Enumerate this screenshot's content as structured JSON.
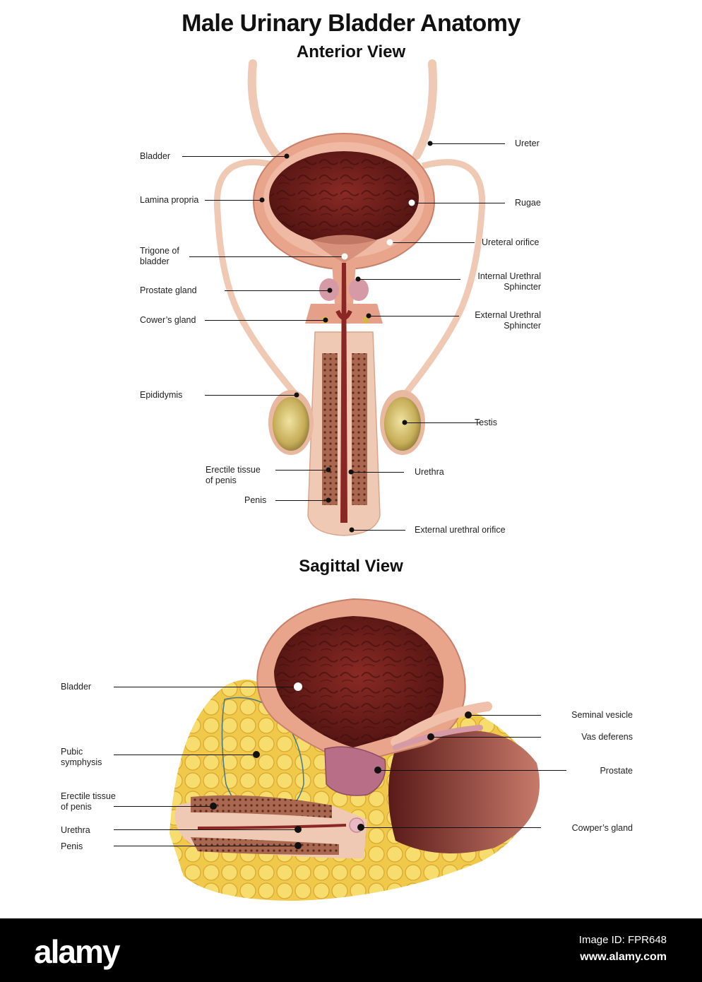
{
  "title": "Male Urinary Bladder Anatomy",
  "anterior": {
    "heading": "Anterior View",
    "labels_left": {
      "bladder": "Bladder",
      "lamina_propria": "Lamina propria",
      "trigone": "Trigone of\nbladder",
      "prostate": "Prostate gland",
      "cowers": "Cower’s gland",
      "epididymis": "Epididymis",
      "erectile": "Erectile tissue\nof penis",
      "penis": "Penis"
    },
    "labels_right": {
      "ureter": "Ureter",
      "rugae": "Rugae",
      "ureteral_orifice": "Ureteral orifice",
      "internal_sphincter": "Internal Urethral\nSphincter",
      "external_sphincter": "External Urethral\nSphincter",
      "testis": "Testis",
      "urethra": "Urethra",
      "external_orifice": "External urethral orifice"
    }
  },
  "sagittal": {
    "heading": "Sagittal View",
    "labels_left": {
      "bladder": "Bladder",
      "pubic": "Pubic\nsymphysis",
      "erectile": "Erectile tissue\nof penis",
      "urethra": "Urethra",
      "penis": "Penis"
    },
    "labels_right": {
      "seminal": "Seminal vesicle",
      "vas": "Vas deferens",
      "prostate": "Prostate",
      "cowpers": "Cowper’s gland"
    }
  },
  "footer": {
    "brand": "alamy",
    "image_id": "Image ID: FPR648",
    "site": "www.alamy.com"
  },
  "colors": {
    "tissue_pink": "#e8a58c",
    "bladder_dark": "#6e1f1c",
    "fat_yellow": "#f3d25a",
    "bone_blue": "#7fb3c6",
    "testis_gold": "#c9b261",
    "footer_black": "#000000"
  }
}
